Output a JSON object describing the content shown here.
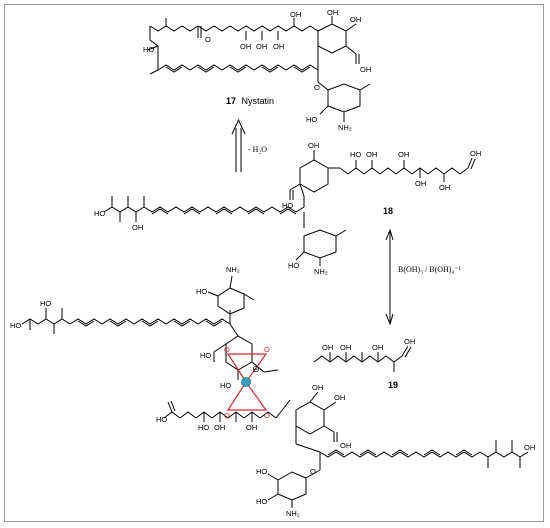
{
  "compounds": {
    "nystatin": {
      "number": "17",
      "name": "Nystatin"
    },
    "open_chain": {
      "number": "18"
    },
    "borate_complex": {
      "number": "19"
    }
  },
  "reactions": {
    "dehydration": {
      "label": "- H₂O"
    },
    "borate": {
      "label": "B(OH)₃ / B(OH)₄⁻¹"
    }
  },
  "atoms": {
    "oh": "OH",
    "ho": "HO",
    "o": "O",
    "nh2": "NH₂",
    "boron_charge": "⊖"
  },
  "colors": {
    "bond": "#000000",
    "borate_ring": "#d42a2a",
    "boron": "#3a9fc1"
  }
}
